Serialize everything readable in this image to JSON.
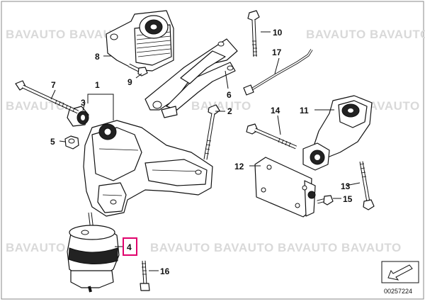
{
  "watermark": "BAVAUTO",
  "diagram_id": "00257224",
  "highlight_color": "#e0006c",
  "labels": [
    "1",
    "2",
    "3",
    "4",
    "5",
    "6",
    "7",
    "8",
    "9",
    "10",
    "11",
    "12",
    "13",
    "14",
    "15",
    "16",
    "17"
  ],
  "highlighted_label": "4"
}
